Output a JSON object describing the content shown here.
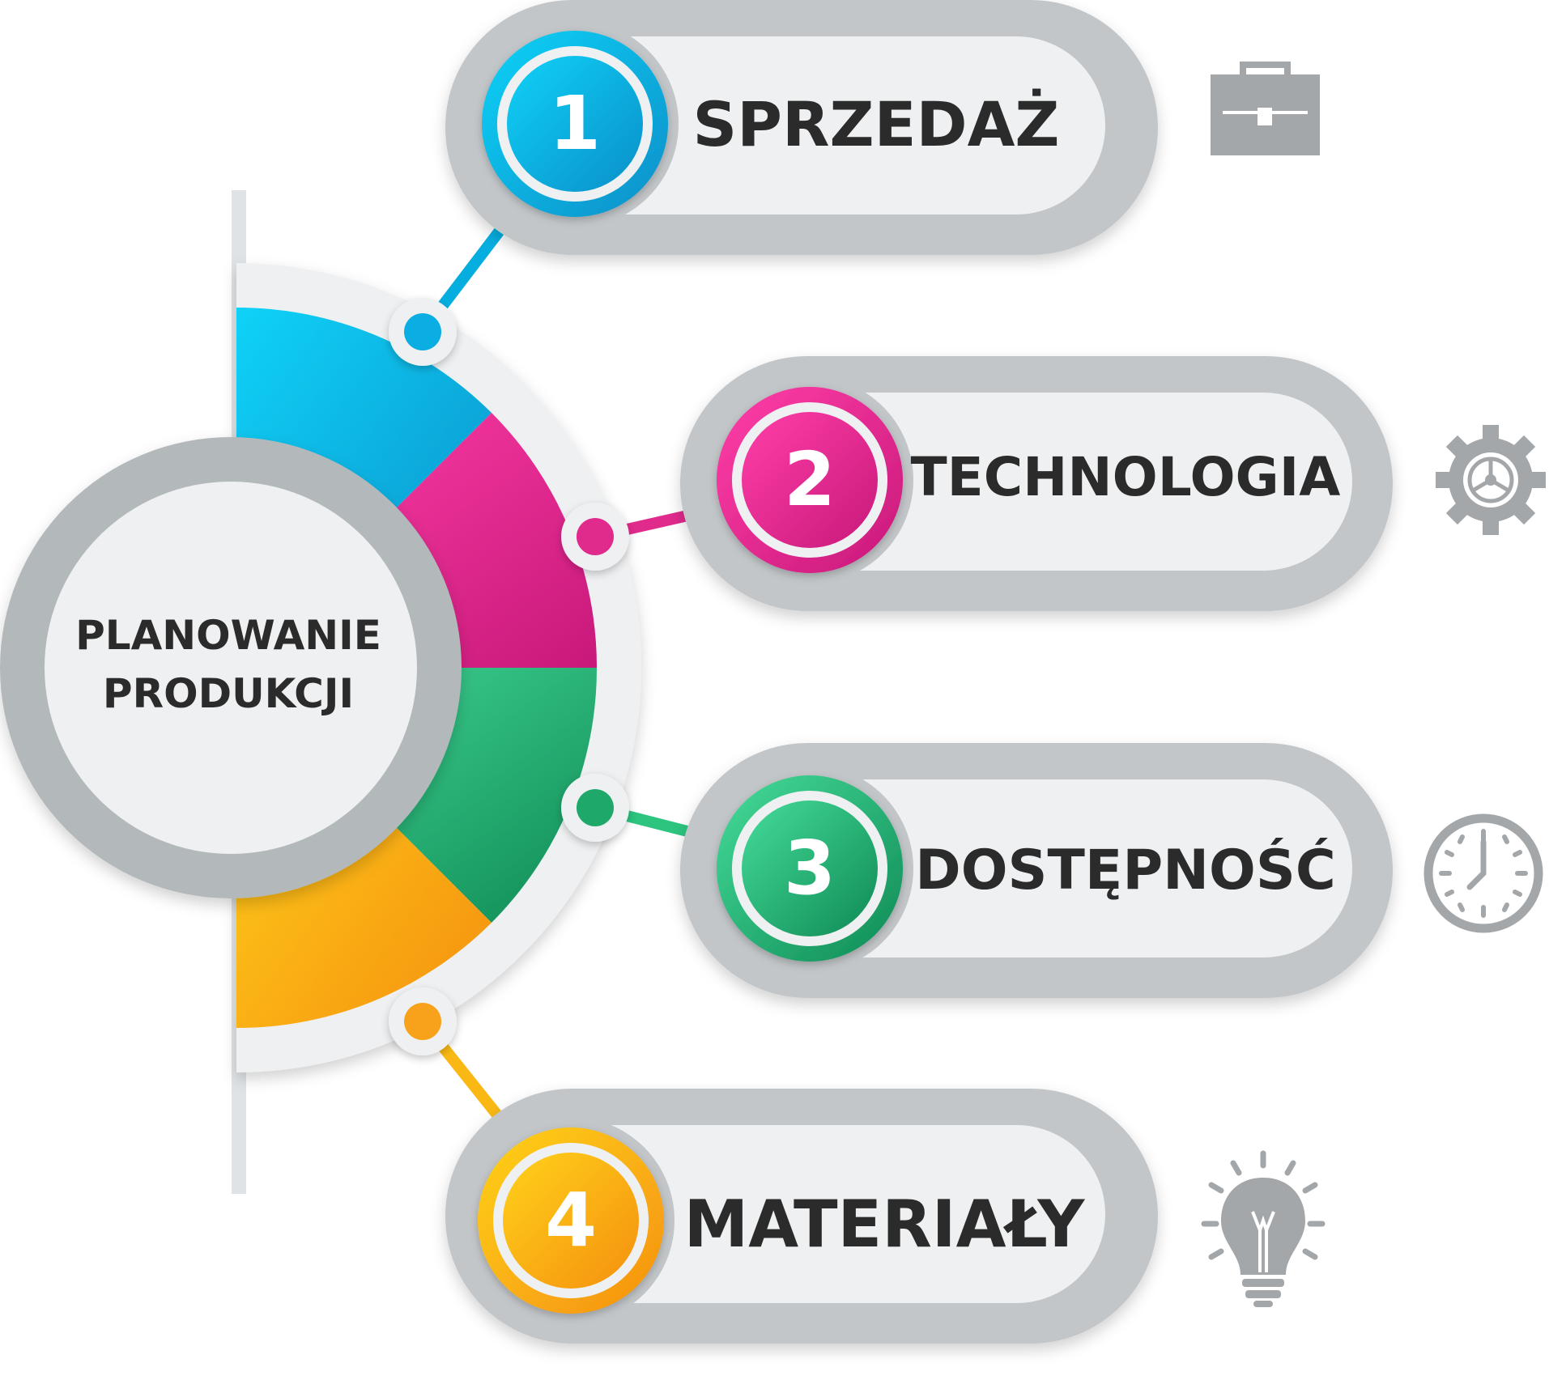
{
  "center": {
    "line1": "PLANOWANIE",
    "line2": "PRODUKCJI"
  },
  "items": [
    {
      "number": "1",
      "label": "SPRZEDAŻ",
      "icon": "briefcase-icon",
      "color": "#00b4e6"
    },
    {
      "number": "2",
      "label": "TECHNOLOGIA",
      "icon": "gear-icon",
      "color": "#e6278f"
    },
    {
      "number": "3",
      "label": "DOSTĘPNOŚĆ",
      "icon": "clock-icon",
      "color": "#27b573"
    },
    {
      "number": "4",
      "label": "MATERIAŁY",
      "icon": "lightbulb-icon",
      "color": "#f7a51a"
    }
  ]
}
